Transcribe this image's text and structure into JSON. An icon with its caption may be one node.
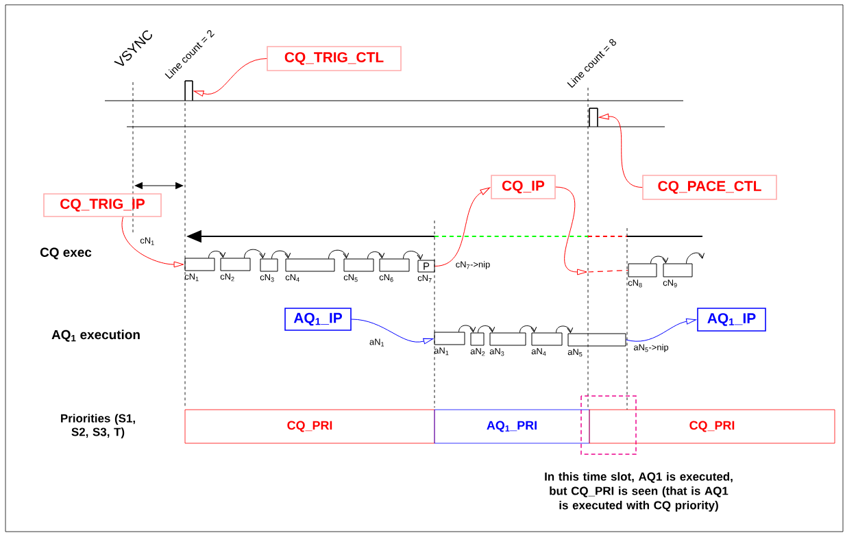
{
  "diagram": {
    "nodes": [
      {
        "text": [
          "CQ_TRIG_CTL"
        ]
      },
      {
        "text": [],
        "shape": "bar"
      },
      {
        "text": [
          "CQ_PACE_CTL"
        ]
      },
      {
        "text": [],
        "shape": "bar"
      },
      {
        "text": [
          "CQ_TRIG_IP"
        ]
      },
      {
        "text": [],
        "shape": "box",
        "beside": [
          "cN$_{1}$"
        ]
      },
      {
        "text": [],
        "shape": "box",
        "beside": [
          "cN$_{2}$"
        ]
      },
      {
        "text": [],
        "shape": "box",
        "beside": [
          "cN$_{3}$"
        ]
      },
      {
        "text": [],
        "shape": "box",
        "beside": [
          "cN$_{4}$"
        ]
      },
      {
        "text": [],
        "shape": "box",
        "beside": [
          "cN$_{5}$"
        ]
      },
      {
        "text": [],
        "shape": "box",
        "beside": [
          "cN$_{6}$"
        ]
      },
      {
        "text": [
          "P"
        ],
        "beside": [
          "cN$_{7}$"
        ]
      },
      {
        "text": [
          "CQ_IP"
        ]
      },
      {
        "text": [],
        "shape": "box",
        "beside": [
          "cN$_{8}$"
        ]
      },
      {
        "text": [],
        "shape": "box",
        "beside": [
          "cN$_{9}$"
        ]
      },
      {
        "text": [
          "AQ$_{1}$_IP"
        ]
      },
      {
        "text": [],
        "shape": "box",
        "beside": [
          "aN$_{1}$"
        ]
      },
      {
        "text": [],
        "shape": "box",
        "beside": [
          "aN$_{2}$"
        ]
      },
      {
        "text": [],
        "shape": "box",
        "beside": [
          "aN$_{3}$"
        ]
      },
      {
        "text": [],
        "shape": "box",
        "beside": [
          "aN$_{4}$"
        ]
      },
      {
        "text": [],
        "shape": "box",
        "beside": [
          "aN$_{5}$"
        ]
      },
      {
        "text": [
          "AQ$_{1}$_IP"
        ]
      },
      {
        "text": [
          "CQ_PRI"
        ]
      },
      {
        "text": [
          "AQ$_{1}$_PRI"
        ]
      },
      {
        "text": [
          "CQ_PRI"
        ]
      }
    ],
    "edges": [
      {
        "from": 0,
        "to": 1,
        "arrow": "to",
        "color": "#ff0000"
      },
      {
        "from": 2,
        "to": 3,
        "arrow": "to",
        "color": "#ff0000"
      },
      {
        "from": 4,
        "to": 5,
        "arrow": "to",
        "color": "#ff0000"
      },
      {
        "from": 5,
        "to": 6,
        "arrow": "to"
      },
      {
        "from": 6,
        "to": 7,
        "arrow": "to"
      },
      {
        "from": 7,
        "to": 8,
        "arrow": "to"
      },
      {
        "from": 8,
        "to": 9,
        "arrow": "to"
      },
      {
        "from": 9,
        "to": 10,
        "arrow": "to"
      },
      {
        "from": 10,
        "to": 11,
        "arrow": "to"
      },
      {
        "from": 11,
        "to": 12,
        "arrow": "to",
        "color": "#ff0000",
        "label": "cN$_{7}$->nip"
      },
      {
        "from": 12,
        "to": null,
        "arrow": "to",
        "color": "#ff0000"
      },
      {
        "from": 13,
        "to": 14,
        "arrow": "to"
      },
      {
        "from": 14,
        "to": null,
        "arrow": "to"
      },
      {
        "from": 15,
        "to": 16,
        "arrow": "to",
        "color": "#0000ff",
        "label": "aN$_{1}$"
      },
      {
        "from": 16,
        "to": 17,
        "arrow": "to"
      },
      {
        "from": 17,
        "to": 18,
        "arrow": "to"
      },
      {
        "from": 18,
        "to": 19,
        "arrow": "to"
      },
      {
        "from": 19,
        "to": 20,
        "arrow": "to"
      },
      {
        "from": 20,
        "to": 21,
        "arrow": "to",
        "color": "#0000ff",
        "label": "aN$_{5}$->nip"
      },
      {
        "from": null,
        "to": 13,
        "arrow": "none",
        "style": "dashed",
        "color": "#ff0000"
      }
    ],
    "labels": [
      "VSYNC",
      "Line count = 2",
      "Line count = 8",
      "cN$_{1}$",
      "CQ exec",
      "AQ$_{1}$ execution",
      "Priorities (S1, S2, S3, T)",
      "In this time slot, AQ1 is executed, but CQ_PRI is seen (that is AQ1 is executed with CQ priority)"
    ]
  }
}
